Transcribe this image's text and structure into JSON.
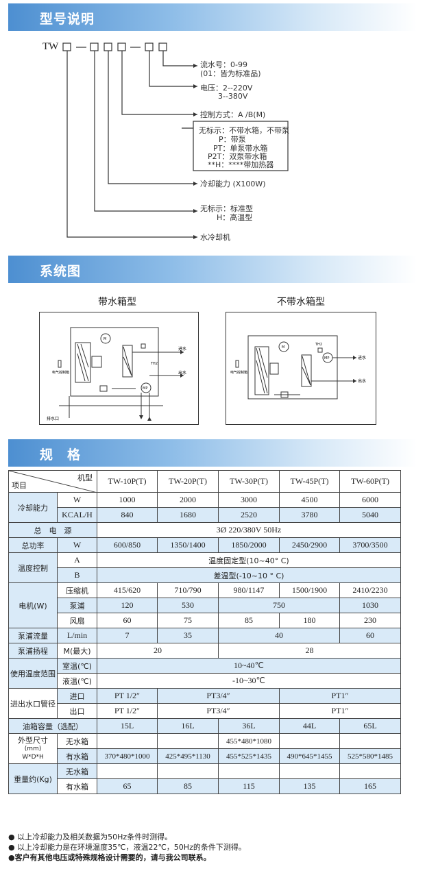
{
  "sections": {
    "model": "型号说明",
    "system": "系统图",
    "spec": "规　格"
  },
  "model_code": {
    "prefix": "TW",
    "labels": {
      "serial": "流水号：0-99",
      "serial_note": "(01：皆为标准品)",
      "voltage": "电压：2--220V",
      "voltage2": "3--380V",
      "control": "控制方式：A /B(M)",
      "opt1": "无标示：不带水箱，不带泵",
      "opt2": "P：带泵",
      "opt3": "PT：单泵带水箱",
      "opt4": "P2T：双泵带水箱",
      "opt5": "**H：****带加热器",
      "capacity": "冷却能力 (X100W)",
      "type1": "无标示：标准型",
      "type2": "H：高温型",
      "machine": "水冷却机"
    }
  },
  "system_diagram": {
    "left_title": "带水箱型",
    "right_title": "不带水箱型",
    "labels": {
      "in": "进水",
      "out": "出水",
      "drain": "排水口",
      "ctrl": "电气控制箱",
      "m": "M",
      "mp": "MP",
      "th": "TH2"
    }
  },
  "spec_table": {
    "corner_top": "机型",
    "corner_bottom": "项目",
    "models": [
      "TW-10P(T)",
      "TW-20P(T)",
      "TW-30P(T)",
      "TW-45P(T)",
      "TW-60P(T)"
    ],
    "cooling": {
      "label": "冷却能力",
      "w_unit": "W",
      "w": [
        "1000",
        "2000",
        "3000",
        "4500",
        "6000"
      ],
      "k_unit": "KCAL/H",
      "k": [
        "840",
        "1680",
        "2520",
        "3780",
        "5040"
      ]
    },
    "power_supply": {
      "label": "总　电　源",
      "value": "3Ø 220/380V 50Hz"
    },
    "total_power": {
      "label": "总功率",
      "unit": "W",
      "values": [
        "600/850",
        "1350/1400",
        "1850/2000",
        "2450/2900",
        "3700/3500"
      ]
    },
    "temp_control": {
      "label": "温度控制",
      "a": "A",
      "a_value": "温度固定型(10~40° C)",
      "b": "B",
      "b_value": "差温型(-10~10 ° C)"
    },
    "motor": {
      "label": "电机(W)",
      "compressor": "压缩机",
      "compressor_values": [
        "415/620",
        "710/790",
        "980/1147",
        "1500/1900",
        "2410/2230"
      ],
      "pump": "泵浦",
      "pump_values": [
        "120",
        "530",
        "750",
        "1030"
      ],
      "fan": "风扇",
      "fan_values": [
        "60",
        "75",
        "85",
        "180",
        "230"
      ]
    },
    "pump_flow": {
      "label": "泵浦流量",
      "unit": "L/min",
      "values": [
        "7",
        "35",
        "40",
        "60"
      ]
    },
    "pump_head": {
      "label": "泵浦扬程",
      "unit": "M(最大)",
      "values": [
        "20",
        "28"
      ]
    },
    "env_temp": {
      "label": "使用温度范围",
      "room": "室温(℃)",
      "room_value": "10~40℃",
      "liquid": "液温(℃)",
      "liquid_value": "-10~30℃"
    },
    "pipe": {
      "label": "进出水口管径",
      "in": "进口",
      "out": "出口",
      "values": [
        "PT  1/2″",
        "PT3/4″",
        "PT1″"
      ]
    },
    "tank": {
      "label": "油箱容量（选配）",
      "values": [
        "15L",
        "16L",
        "36L",
        "44L",
        "65L"
      ]
    },
    "dims": {
      "label": "外型尺寸",
      "unit": "(mm)",
      "order": "W*D*H",
      "no_tank": "无水箱",
      "no_tank_value": "455*480*1080",
      "with_tank": "有水箱",
      "with_tank_values": [
        "370*480*1000",
        "425*495*1130",
        "455*525*1435",
        "490*645*1455",
        "525*580*1485"
      ]
    },
    "weight": {
      "label": "重量约(Kg)",
      "no_tank": "无水箱",
      "with_tank": "有水箱",
      "values": [
        "65",
        "85",
        "115",
        "135",
        "165"
      ]
    }
  },
  "notes": [
    "● 以上冷却能力及相关数据为50Hz条件时测得。",
    "● 以上冷却能力是在环境温度35℃，液温22℃，50Hz的条件下测得。",
    "●客户有其他电压或特殊规格设计需要的，请与我公司联系。"
  ]
}
